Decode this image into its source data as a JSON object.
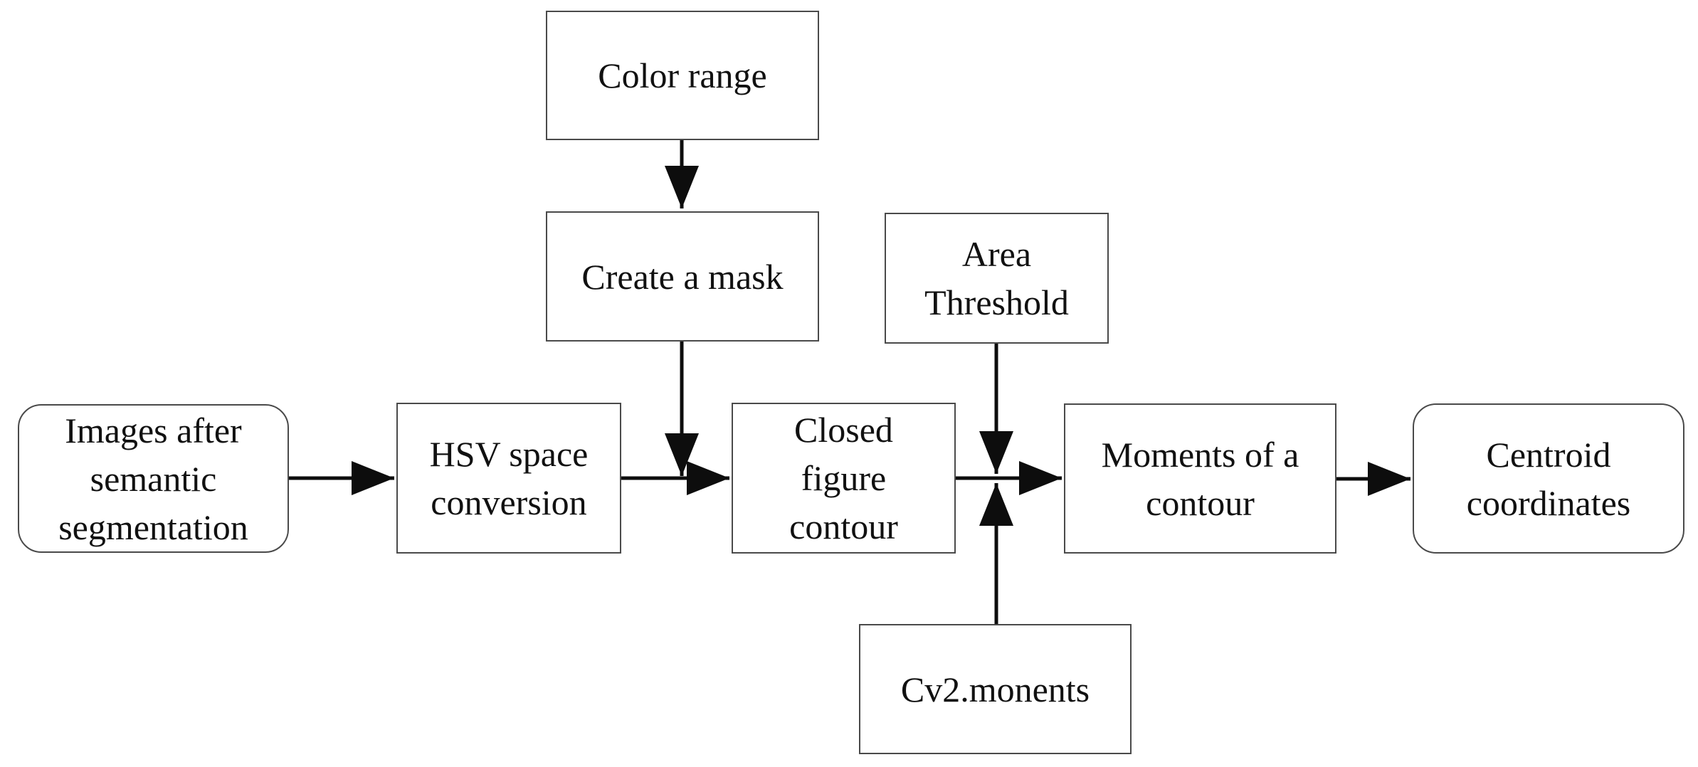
{
  "diagram": {
    "background_color": "#ffffff",
    "box_border_color": "#4a4a4a",
    "arrow_color": "#0d0d0d",
    "text_color": "#111111",
    "nodes": {
      "color_range": {
        "label": "Color range",
        "shape": "rect"
      },
      "create_mask": {
        "label": "Create a mask",
        "shape": "rect"
      },
      "area_threshold": {
        "label": "Area\nThreshold",
        "shape": "rect"
      },
      "images_semantic": {
        "label": "Images after\nsemantic\nsegmentation",
        "shape": "rounded"
      },
      "hsv": {
        "label": "HSV space\nconversion",
        "shape": "rect"
      },
      "closed_contour": {
        "label": "Closed\nfigure\ncontour",
        "shape": "rect"
      },
      "moments": {
        "label": "Moments of a\ncontour",
        "shape": "rect"
      },
      "centroid": {
        "label": "Centroid\ncoordinates",
        "shape": "rounded"
      },
      "cv2_moments": {
        "label": "Cv2.monents",
        "shape": "rect"
      }
    },
    "edges": [
      {
        "from": "color_range",
        "to": "create_mask"
      },
      {
        "from": "create_mask",
        "to": "closed_contour"
      },
      {
        "from": "images_semantic",
        "to": "hsv"
      },
      {
        "from": "hsv",
        "to": "closed_contour"
      },
      {
        "from": "closed_contour",
        "to": "moments"
      },
      {
        "from": "area_threshold",
        "to": "moments"
      },
      {
        "from": "cv2_moments",
        "to": "moments"
      },
      {
        "from": "moments",
        "to": "centroid"
      }
    ]
  }
}
